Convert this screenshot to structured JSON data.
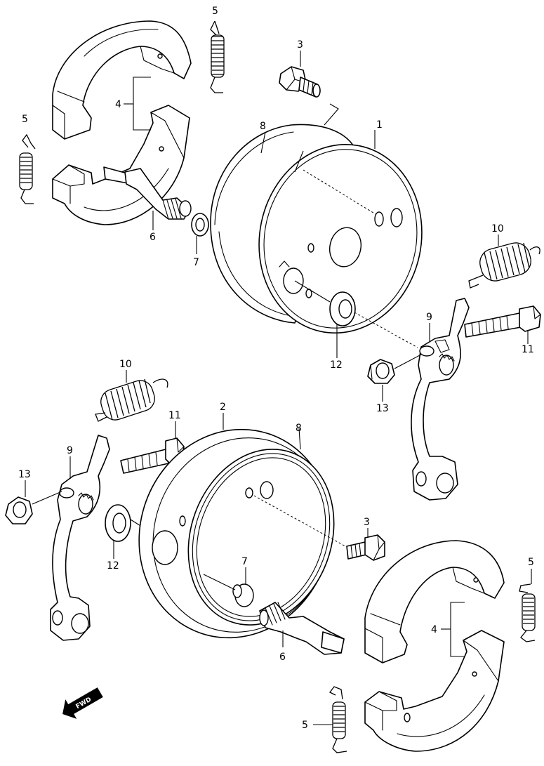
{
  "callouts": {
    "c1": "1",
    "c2": "2",
    "c3_top": "3",
    "c3_bottom": "3",
    "c4_top": "4",
    "c4_bottom": "4",
    "c5_top_center": "5",
    "c5_top_left": "5",
    "c5_bottom_right": "5",
    "c5_bottom_center": "5",
    "c6_top": "6",
    "c6_bottom": "6",
    "c7_top": "7",
    "c7_bottom": "7",
    "c8_top": "8",
    "c8_bottom": "8",
    "c9_right": "9",
    "c9_left": "9",
    "c10_right": "10",
    "c10_left": "10",
    "c11_right": "11",
    "c11_left": "11",
    "c12_right": "12",
    "c12_left": "12",
    "c13_right": "13",
    "c13_left": "13"
  },
  "fwd_label": "FWD"
}
